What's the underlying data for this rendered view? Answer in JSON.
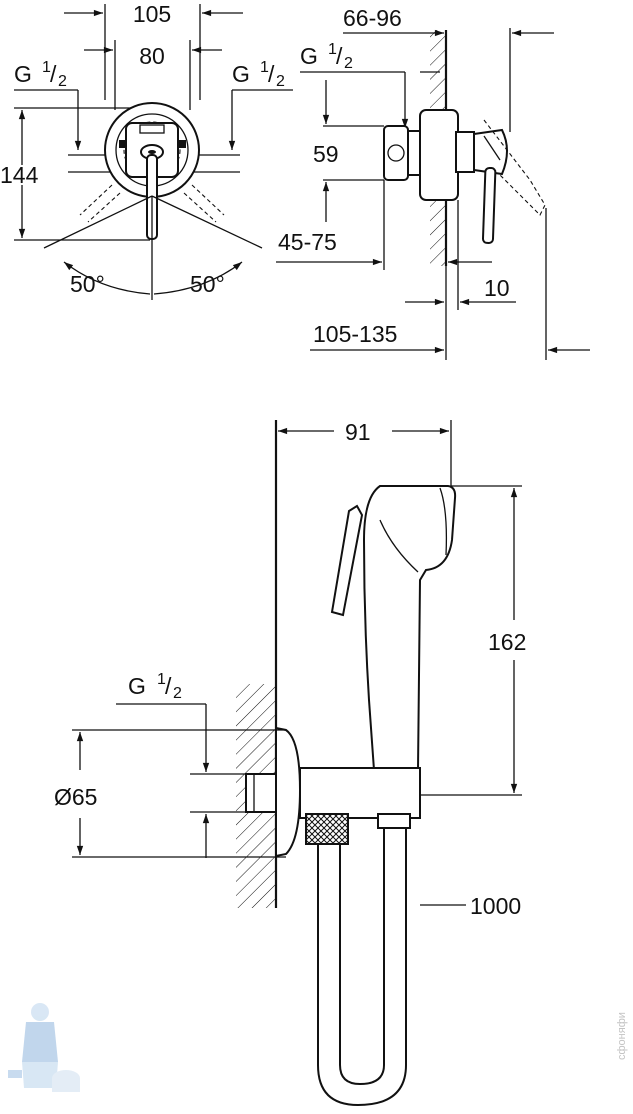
{
  "dimensions": {
    "w105": "105",
    "w80": "80",
    "thread_left": "G",
    "thread_right": "G",
    "thread_side": "G",
    "thread_bottom": "G",
    "frac_num": "1",
    "frac_den": "2",
    "h144": "144",
    "angle_left": "50°",
    "angle_right": "50°",
    "depth_66_96": "66-96",
    "h59": "59",
    "depth_45_75": "45-75",
    "d10": "10",
    "depth_105_135": "105-135",
    "w91": "91",
    "h162": "162",
    "dia65": "Ø65",
    "hose1000": "1000"
  },
  "watermark": "сфоняфи"
}
